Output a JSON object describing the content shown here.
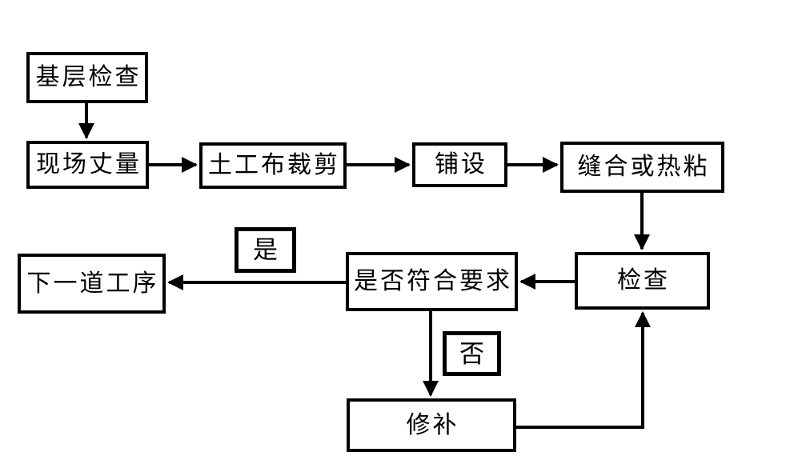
{
  "diagram": {
    "type": "flowchart",
    "nodes": {
      "base_check": {
        "label": "基层检查"
      },
      "site_measure": {
        "label": "现场丈量"
      },
      "cutting": {
        "label": "土工布裁剪"
      },
      "laying": {
        "label": "铺设"
      },
      "seaming": {
        "label": "缝合或热粘"
      },
      "inspection": {
        "label": "检查"
      },
      "decision": {
        "label": "是否符合要求"
      },
      "next_process": {
        "label": "下一道工序"
      },
      "repair": {
        "label": "修补"
      },
      "yes_tag": {
        "label": "是"
      },
      "no_tag": {
        "label": "否"
      }
    },
    "edges": [
      {
        "from": "基层检查",
        "to": "现场丈量",
        "label": ""
      },
      {
        "from": "现场丈量",
        "to": "土工布裁剪",
        "label": ""
      },
      {
        "from": "土工布裁剪",
        "to": "铺设",
        "label": ""
      },
      {
        "from": "铺设",
        "to": "缝合或热粘",
        "label": ""
      },
      {
        "from": "缝合或热粘",
        "to": "检查",
        "label": ""
      },
      {
        "from": "检查",
        "to": "是否符合要求",
        "label": ""
      },
      {
        "from": "是否符合要求",
        "to": "下一道工序",
        "label": "是"
      },
      {
        "from": "是否符合要求",
        "to": "修补",
        "label": "否"
      },
      {
        "from": "修补",
        "to": "检查",
        "label": ""
      }
    ],
    "colors": {
      "line": "#000000",
      "box_fill": "#ffffff",
      "background": "#ffffff"
    }
  }
}
